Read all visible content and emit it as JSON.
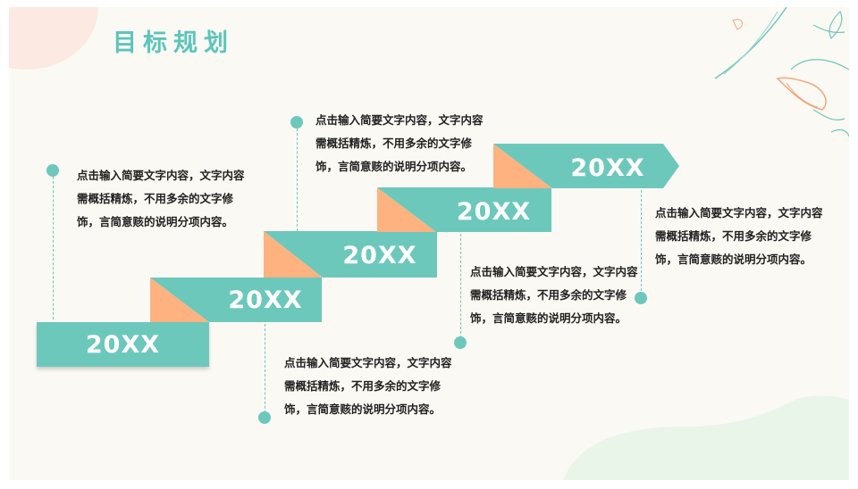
{
  "title": "目标规划",
  "colors": {
    "accent": "#6dc8bc",
    "triangle": "#fdb27f",
    "background": "#fbf9f4"
  },
  "steps": [
    {
      "label": "20XX"
    },
    {
      "label": "20XX"
    },
    {
      "label": "20XX"
    },
    {
      "label": "20XX"
    },
    {
      "label": "20XX"
    }
  ],
  "descriptions": [
    {
      "text": "点击输入简要文字内容，文字内容需概括精炼，不用多余的文字修饰，言简意赅的说明分项内容。"
    },
    {
      "text": "点击输入简要文字内容，文字内容需概括精炼，不用多余的文字修饰，言简意赅的说明分项内容。"
    },
    {
      "text": "点击输入简要文字内容，文字内容需概括精炼，不用多余的文字修饰，言简意赅的说明分项内容。"
    },
    {
      "text": "点击输入简要文字内容，文字内容需概括精炼，不用多余的文字修饰，言简意赅的说明分项内容。"
    },
    {
      "text": "点击输入简要文字内容，文字内容需概括精炼，不用多余的文字修饰，言简意赅的说明分项内容。"
    }
  ]
}
